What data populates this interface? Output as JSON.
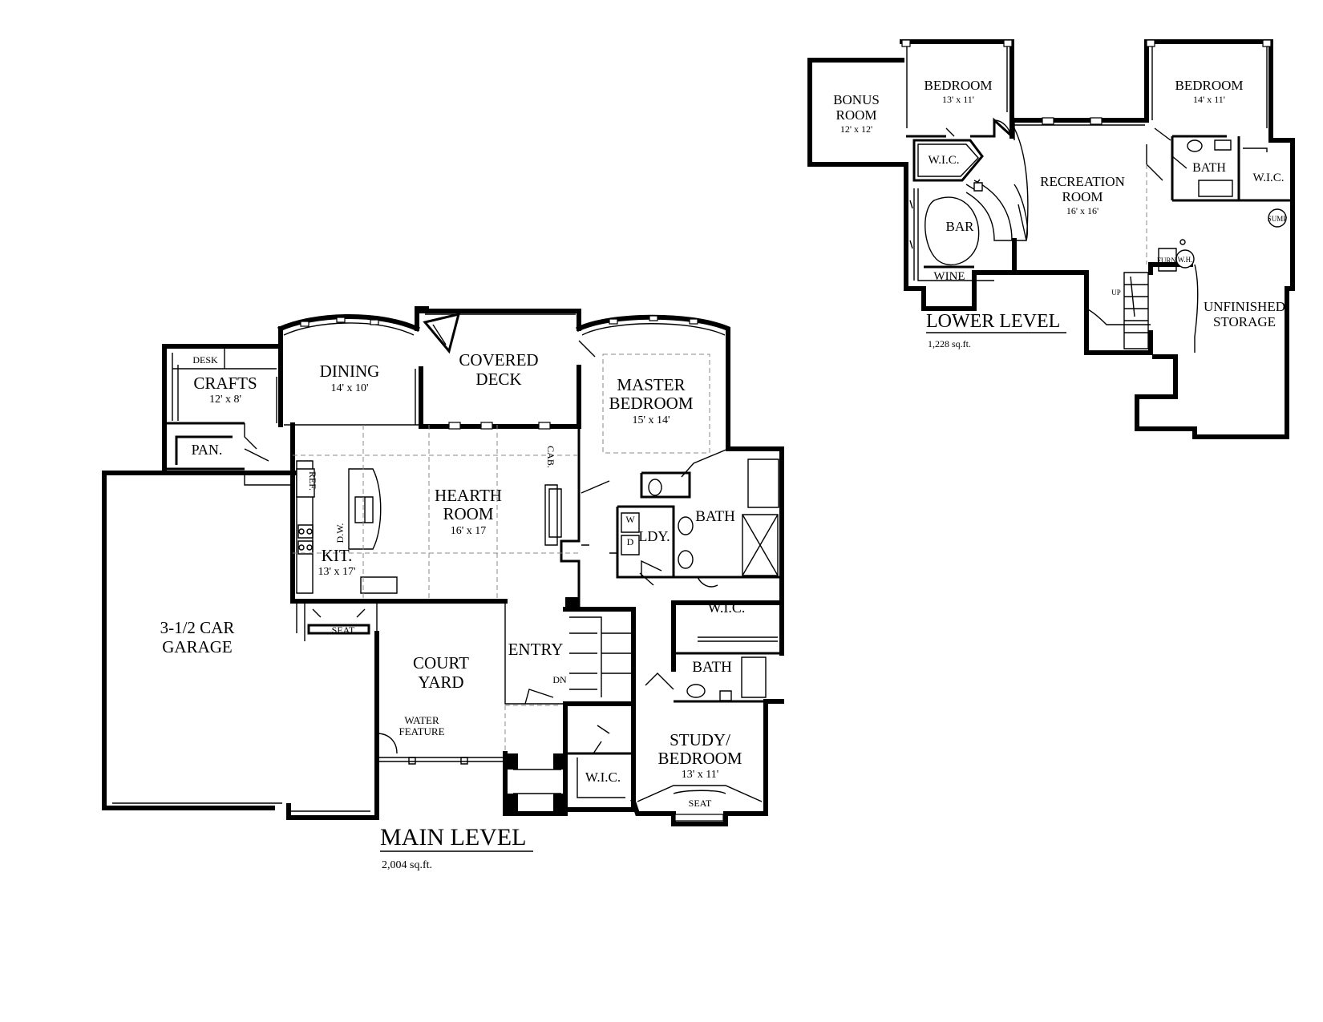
{
  "main_level": {
    "title": "MAIN LEVEL",
    "area": "2,004 sq.ft.",
    "rooms": {
      "desk": "DESK",
      "crafts": "CRAFTS",
      "crafts_size": "12' x 8'",
      "dining": "DINING",
      "dining_size": "14' x 10'",
      "covered": "COVERED",
      "deck": "DECK",
      "master": "MASTER",
      "bedroom": "BEDROOM",
      "master_size": "15' x 14'",
      "pantry": "PAN.",
      "ref": "REF.",
      "dw": "D.W.",
      "cab": "CAB.",
      "hearth": "HEARTH",
      "room": "ROOM",
      "hearth_size": "16' x 17",
      "kit": "KIT.",
      "kit_size": "13' x 17'",
      "washer": "W",
      "dryer": "D",
      "ldy": "LDY.",
      "bath1": "BATH",
      "wic1": "W.I.C.",
      "seat1": "SEAT",
      "garage1": "3-1/2 CAR",
      "garage2": "GARAGE",
      "court": "COURT",
      "yard": "YARD",
      "entry": "ENTRY",
      "dn": "DN",
      "bath2": "BATH",
      "water": "WATER",
      "feature": "FEATURE",
      "study": "STUDY/",
      "study_bed": "BEDROOM",
      "study_size": "13' x 11'",
      "wic2": "W.I.C.",
      "seat2": "SEAT"
    }
  },
  "lower_level": {
    "title": "LOWER LEVEL",
    "area": "1,228 sq.ft.",
    "rooms": {
      "bonus": "BONUS",
      "bonus_room": "ROOM",
      "bonus_size": "12' x 12'",
      "bed1": "BEDROOM",
      "bed1_size": "13' x 11'",
      "bed2": "BEDROOM",
      "bed2_size": "14' x 11'",
      "wic1": "W.I.C.",
      "bath": "BATH",
      "wic2": "W.I.C.",
      "recreation": "RECREATION",
      "rec_room": "ROOM",
      "rec_size": "16' x 16'",
      "sump": "SUMP",
      "bar": "BAR",
      "furn": "FURN.",
      "wh": "W.H.",
      "wine": "WINE",
      "up": "UP",
      "unfinished": "UNFINISHED",
      "storage": "STORAGE"
    }
  }
}
